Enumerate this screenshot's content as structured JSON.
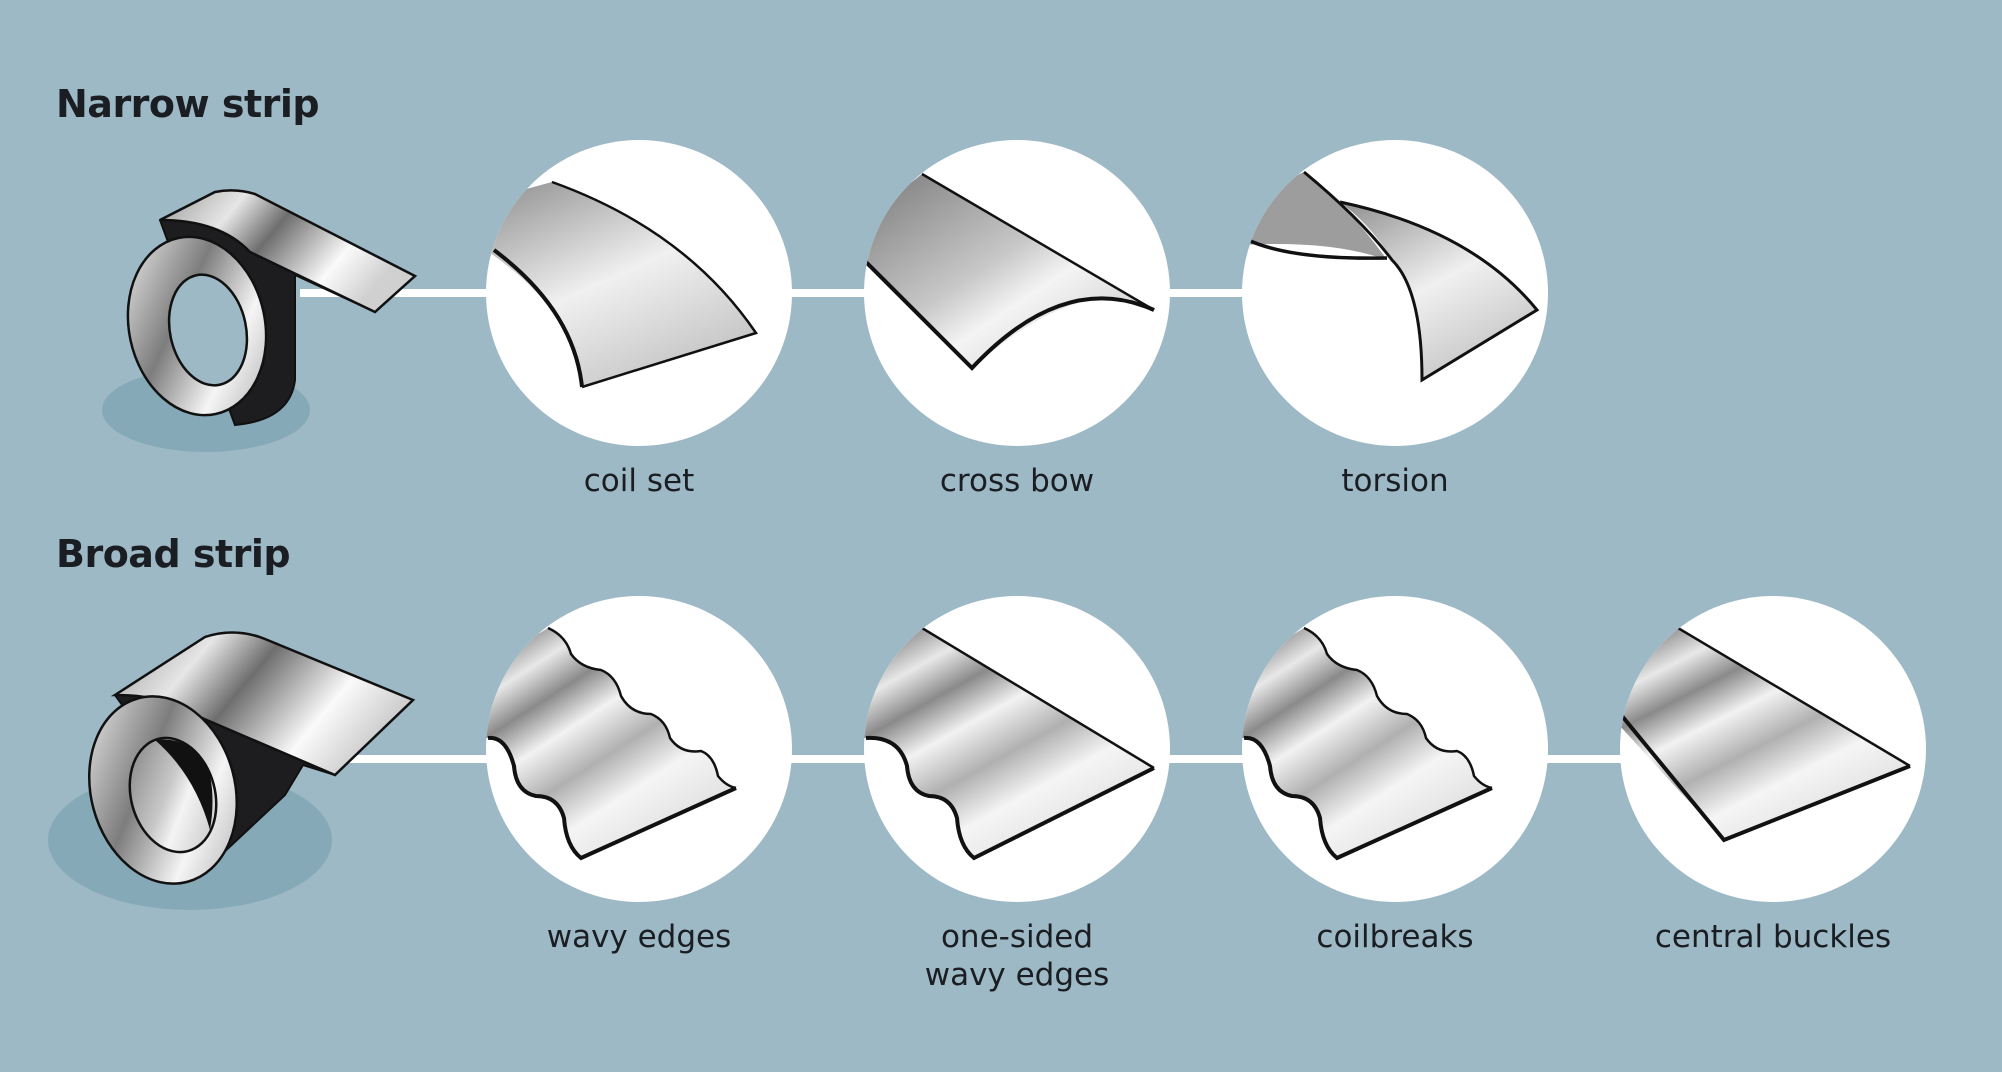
{
  "sections": [
    {
      "title": "Narrow strip",
      "defects": [
        {
          "label": "coil set"
        },
        {
          "label": "cross bow"
        },
        {
          "label": "torsion"
        }
      ]
    },
    {
      "title": "Broad strip",
      "defects": [
        {
          "label": "wavy edges"
        },
        {
          "label": "one-sided wavy edges",
          "label_line1": "one-sided",
          "label_line2": "wavy edges"
        },
        {
          "label": "coilbreaks"
        },
        {
          "label": "central buckles"
        }
      ]
    }
  ],
  "colors": {
    "background": "#9eb9c6",
    "shadow": "#86a9b8",
    "circle": "#ffffff",
    "text": "#1a1d22"
  }
}
